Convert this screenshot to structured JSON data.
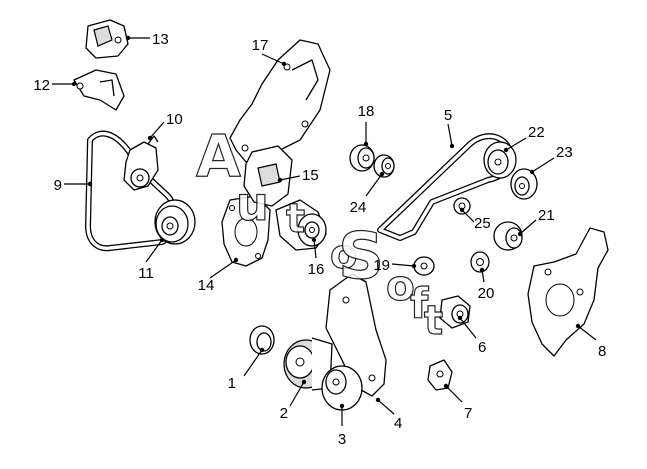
{
  "watermark": [
    "A",
    "u",
    "t",
    "o",
    "S",
    "o",
    "f",
    "t"
  ],
  "parts": [
    {
      "number": "1"
    },
    {
      "number": "2"
    },
    {
      "number": "3"
    },
    {
      "number": "4"
    },
    {
      "number": "5"
    },
    {
      "number": "6"
    },
    {
      "number": "7"
    },
    {
      "number": "8"
    },
    {
      "number": "9"
    },
    {
      "number": "10"
    },
    {
      "number": "11"
    },
    {
      "number": "12"
    },
    {
      "number": "13"
    },
    {
      "number": "14"
    },
    {
      "number": "15"
    },
    {
      "number": "16"
    },
    {
      "number": "17"
    },
    {
      "number": "18"
    },
    {
      "number": "19"
    },
    {
      "number": "20"
    },
    {
      "number": "21"
    },
    {
      "number": "22"
    },
    {
      "number": "23"
    },
    {
      "number": "24"
    },
    {
      "number": "25"
    }
  ]
}
